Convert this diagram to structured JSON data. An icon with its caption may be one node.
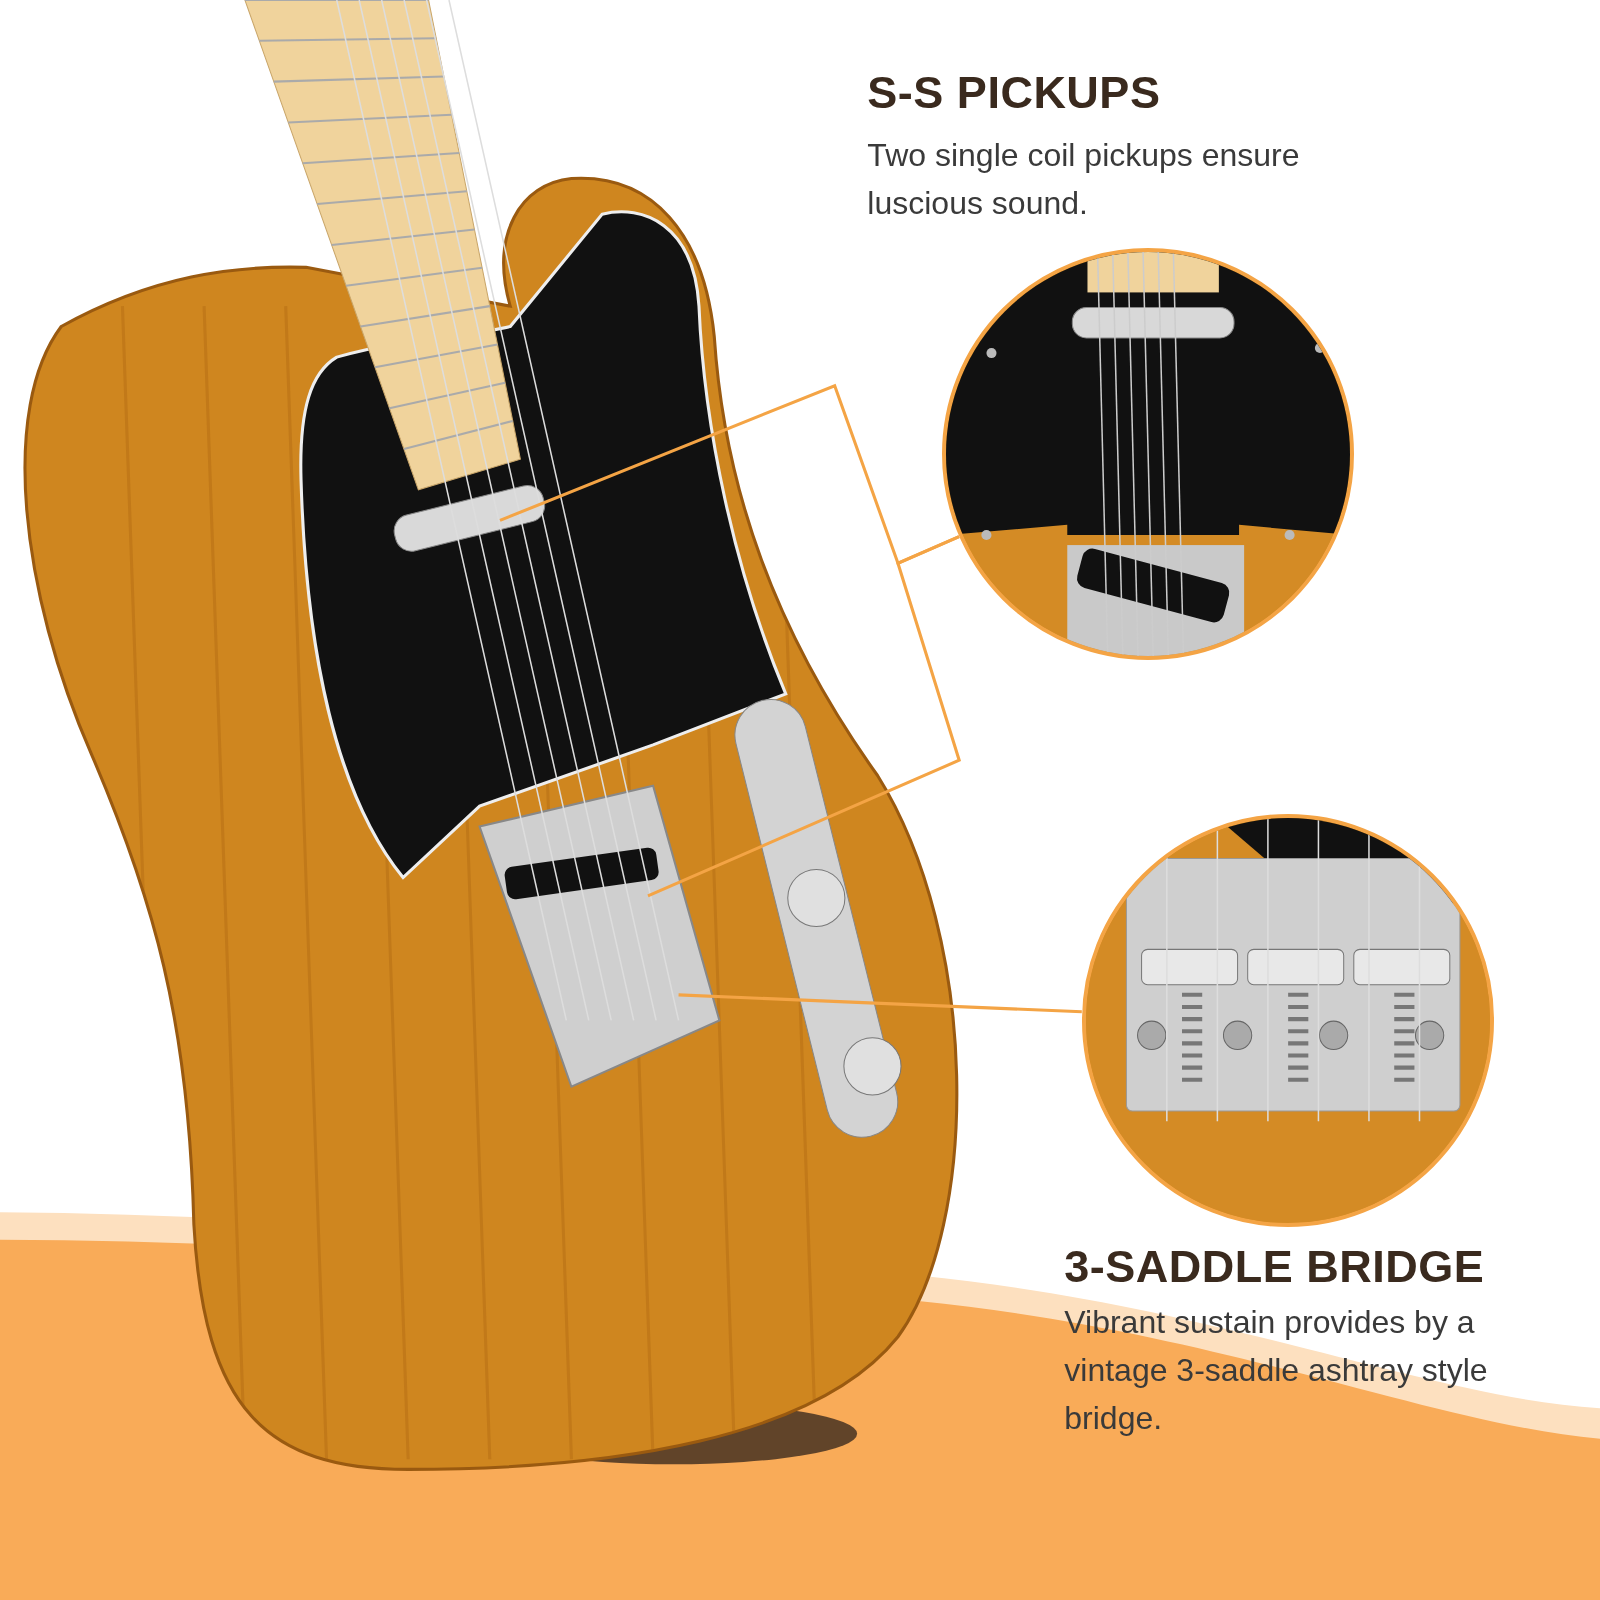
{
  "diagram": {
    "nodes": [
      {
        "text": [],
        "shape": "picture"
      },
      {
        "text": [],
        "shape": "picture"
      }
    ],
    "edges": [
      {
        "from": null,
        "to": 0,
        "arrow": "none"
      },
      {
        "from": null,
        "to": 0,
        "arrow": "none"
      },
      {
        "from": null,
        "to": 1,
        "arrow": "none"
      }
    ],
    "labels": [
      "S-S PICKUPS",
      "Two single coil pickups ensure luscious sound.",
      "3-SADDLE BRIDGE",
      "Vibrant sustain provides by a vintage 3-saddle ashtray style bridge."
    ]
  }
}
